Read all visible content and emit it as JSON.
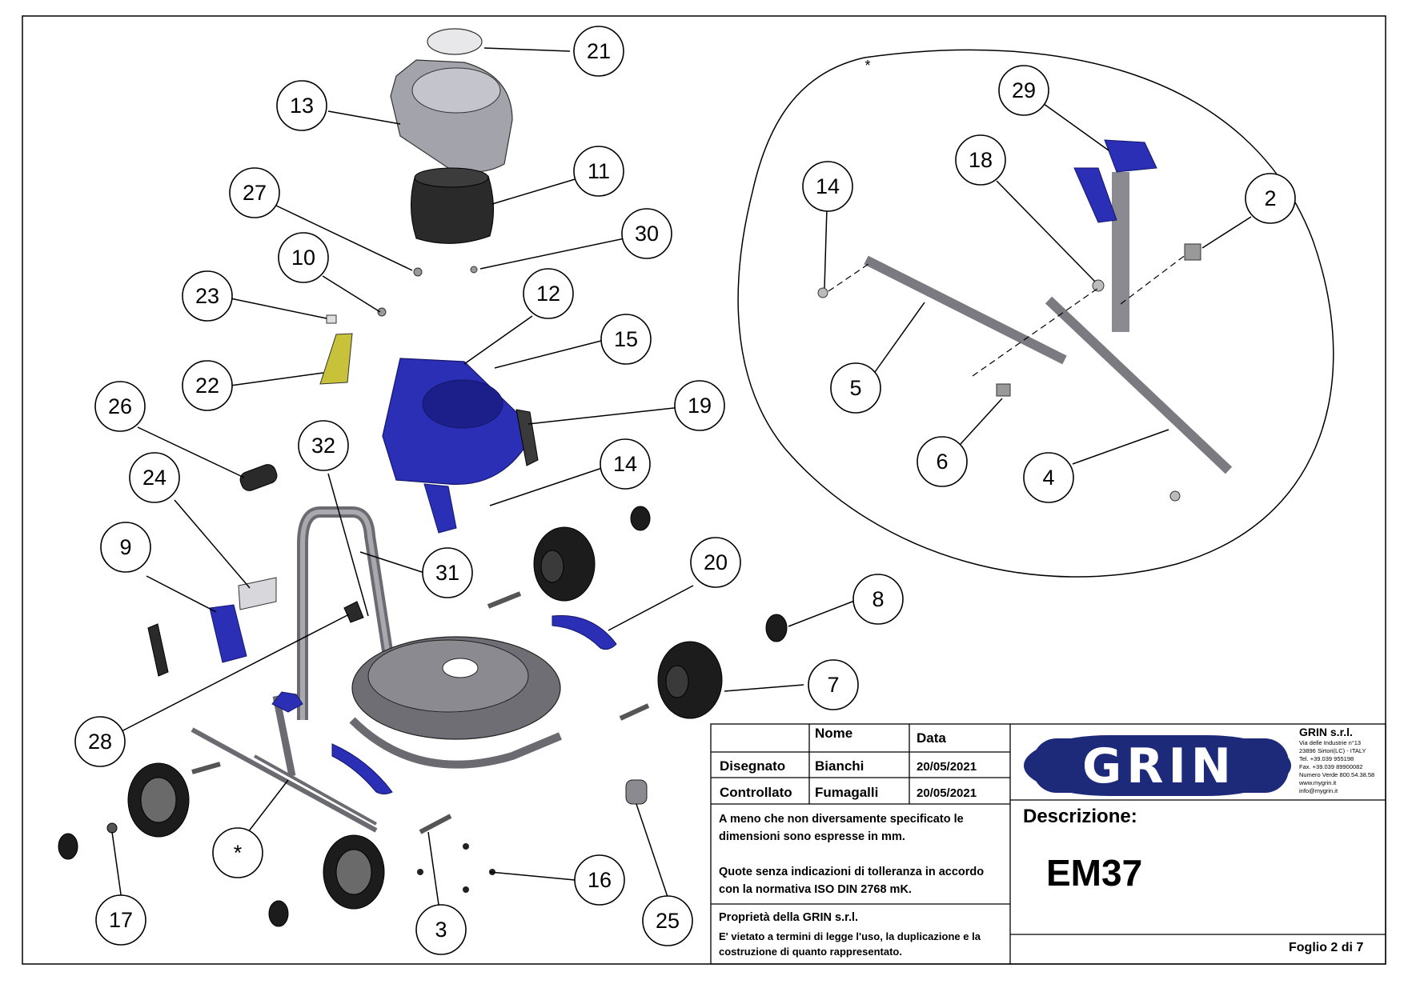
{
  "colors": {
    "line": "#000000",
    "logo_blue": "#1d2a7a",
    "part_blue": "#2b2fb5",
    "part_gray": "#8e8e94",
    "part_dark": "#2a2a2a",
    "label_yellow": "#c8c23a"
  },
  "callouts": [
    {
      "id": "c21",
      "label": "21"
    },
    {
      "id": "c13",
      "label": "13"
    },
    {
      "id": "c11",
      "label": "11"
    },
    {
      "id": "c27",
      "label": "27"
    },
    {
      "id": "c30",
      "label": "30"
    },
    {
      "id": "c10",
      "label": "10"
    },
    {
      "id": "c23",
      "label": "23"
    },
    {
      "id": "c12",
      "label": "12"
    },
    {
      "id": "c15",
      "label": "15"
    },
    {
      "id": "c22",
      "label": "22"
    },
    {
      "id": "c19",
      "label": "19"
    },
    {
      "id": "c26",
      "label": "26"
    },
    {
      "id": "c32",
      "label": "32"
    },
    {
      "id": "c14a",
      "label": "14"
    },
    {
      "id": "c24",
      "label": "24"
    },
    {
      "id": "c9",
      "label": "9"
    },
    {
      "id": "c31",
      "label": "31"
    },
    {
      "id": "c20",
      "label": "20"
    },
    {
      "id": "c8",
      "label": "8"
    },
    {
      "id": "c28",
      "label": "28"
    },
    {
      "id": "c7",
      "label": "7"
    },
    {
      "id": "cstar",
      "label": "*"
    },
    {
      "id": "c17",
      "label": "17"
    },
    {
      "id": "c3",
      "label": "3"
    },
    {
      "id": "c16",
      "label": "16"
    },
    {
      "id": "c25",
      "label": "25"
    },
    {
      "id": "c29",
      "label": "29"
    },
    {
      "id": "c18",
      "label": "18"
    },
    {
      "id": "c14b",
      "label": "14"
    },
    {
      "id": "c2",
      "label": "2"
    },
    {
      "id": "c5",
      "label": "5"
    },
    {
      "id": "c6",
      "label": "6"
    },
    {
      "id": "c4",
      "label": "4"
    }
  ],
  "detail_marker": "*",
  "title_block": {
    "col_name": "Nome",
    "col_date": "Data",
    "rows": [
      {
        "role": "Disegnato",
        "name": "Bianchi",
        "date": "20/05/2021"
      },
      {
        "role": "Controllato",
        "name": "Fumagalli",
        "date": "20/05/2021"
      }
    ],
    "note_dimensions": "A meno che non diversamente specificato le dimensioni sono espresse in mm.",
    "note_tolerance": "Quote senza indicazioni di tolleranza in accordo con la normativa ISO DIN 2768 mK.",
    "ownership_title": "Proprietà della GRIN s.r.l.",
    "ownership_text": "E' vietato a termini di legge l'uso, la duplicazione e la costruzione di quanto rappresentato.",
    "logo_text": "GRIN",
    "company_name": "GRIN s.r.l.",
    "company_lines": [
      "Via delle Industrie n°13",
      "23896 Sirtori(LC) - ITALY",
      "Tel. +39.039 955198",
      "Fax. +39.039 89900082",
      "Numero Verde 800.54.38.58",
      "www.mygrin.it",
      "info@mygrin.it"
    ],
    "description_label": "Descrizione:",
    "description": "EM37",
    "sheet": "Foglio 2 di 7"
  }
}
